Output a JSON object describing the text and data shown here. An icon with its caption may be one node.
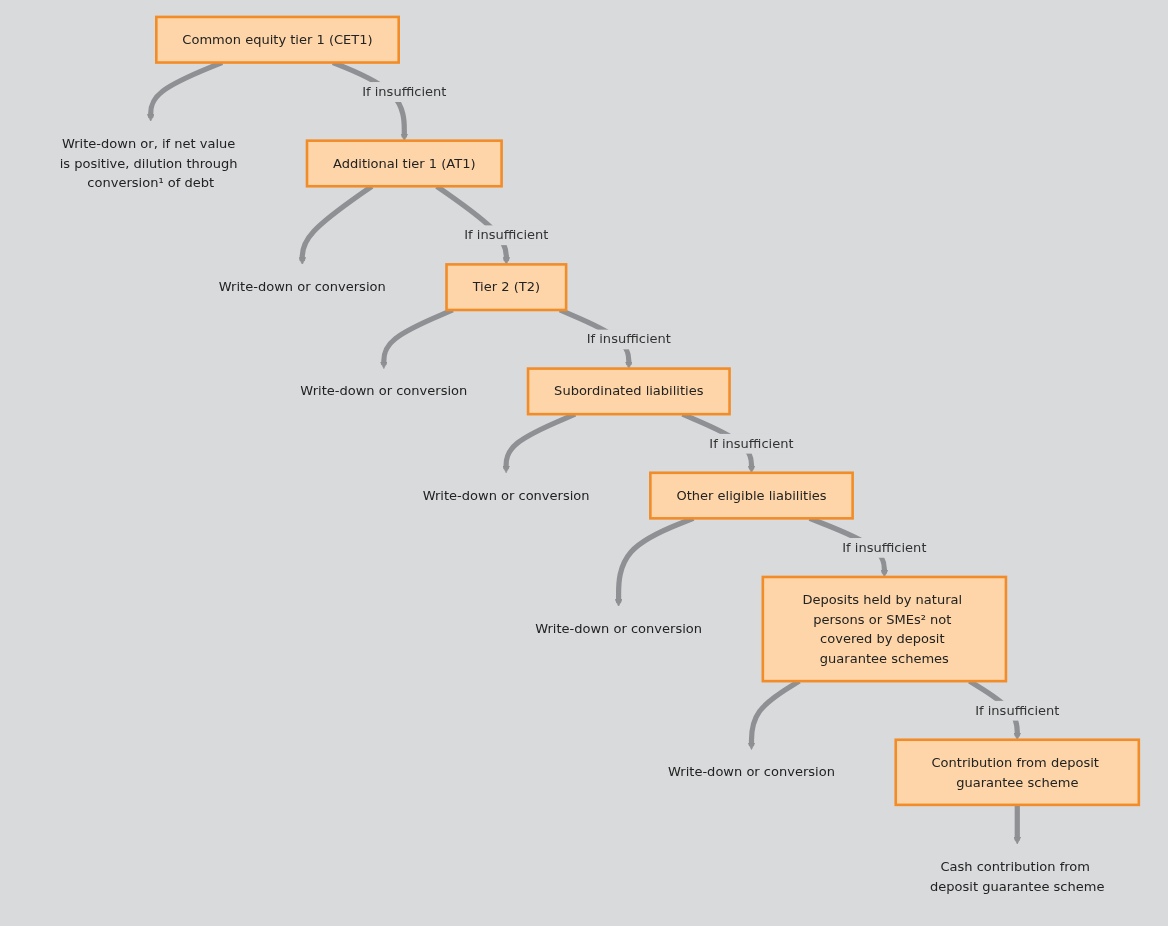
{
  "diagram": {
    "nodes": [
      {
        "text": [
          "Common equity tier 1 (CET1)"
        ]
      },
      {
        "text": [
          "Write-down or, if net value is positive, dilution through conversion¹ of debt"
        ]
      },
      {
        "text": [
          "Additional tier 1 (AT1)"
        ]
      },
      {
        "text": [
          "Write-down or conversion"
        ]
      },
      {
        "text": [
          "Tier 2 (T2)"
        ]
      },
      {
        "text": [
          "Write-down or conversion"
        ]
      },
      {
        "text": [
          "Subordinated liabilities"
        ]
      },
      {
        "text": [
          "Write-down or conversion"
        ]
      },
      {
        "text": [
          "Other eligible liabilities"
        ]
      },
      {
        "text": [
          "Write-down or conversion"
        ]
      },
      {
        "text": [
          "Deposits held by natural persons or SMEs² not covered by deposit guarantee schemes"
        ]
      },
      {
        "text": [
          "Write-down or conversion"
        ]
      },
      {
        "text": [
          "Contribution from deposit guarantee scheme"
        ]
      },
      {
        "text": [
          "Cash contribution from deposit guarantee scheme"
        ]
      }
    ],
    "edges": [
      {
        "from": 0,
        "to": 1,
        "arrow": "to"
      },
      {
        "from": 0,
        "to": 2,
        "arrow": "to",
        "label": "If insufficient"
      },
      {
        "from": 2,
        "to": 3,
        "arrow": "to"
      },
      {
        "from": 2,
        "to": 4,
        "arrow": "to",
        "label": "If insufficient"
      },
      {
        "from": 4,
        "to": 5,
        "arrow": "to"
      },
      {
        "from": 4,
        "to": 6,
        "arrow": "to",
        "label": "If insufficient"
      },
      {
        "from": 6,
        "to": 7,
        "arrow": "to"
      },
      {
        "from": 6,
        "to": 8,
        "arrow": "to",
        "label": "If insufficient"
      },
      {
        "from": 8,
        "to": 9,
        "arrow": "to"
      },
      {
        "from": 8,
        "to": 10,
        "arrow": "to",
        "label": "If insufficient"
      },
      {
        "from": 10,
        "to": 11,
        "arrow": "to"
      },
      {
        "from": 10,
        "to": 12,
        "arrow": "to",
        "label": "If insufficient"
      },
      {
        "from": 12,
        "to": 13,
        "arrow": "to"
      }
    ]
  }
}
